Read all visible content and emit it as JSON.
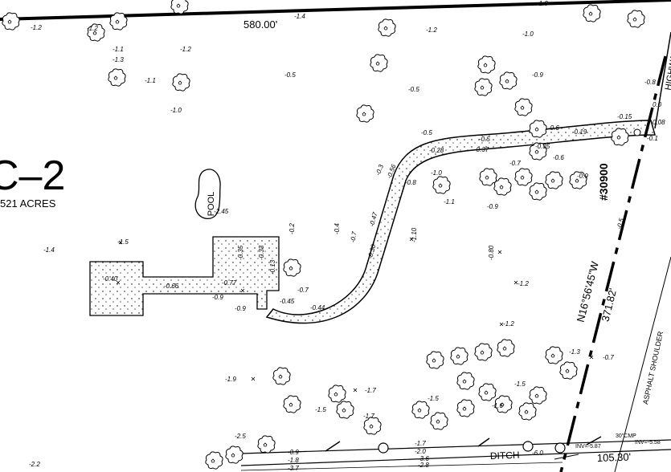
{
  "lot": {
    "label": "C–2",
    "acres": "521 ACRES"
  },
  "pool": {
    "label": "POOL",
    "elev": "-2.45"
  },
  "boundary": {
    "north_distance": "580.00'",
    "east_distance": "371.82'",
    "east_bearing": "N16°56'45\"W",
    "south_distance": "105.30'",
    "parcel_number": "#30900",
    "highway_label": "HIGHWA"
  },
  "road": {
    "shoulder": "ASPHALT SHOULDER",
    "ditch": "DITCH",
    "cmp": "30\"CMP",
    "inv_a": "INV=-5.87",
    "inv_b": "INV=-5.58"
  },
  "spot_elevations": [
    "-1.2",
    "-1.2",
    "-1.4",
    "-1.1",
    "-1.3",
    "-1.2",
    "-1.2",
    "-1.0",
    "-1.1",
    "-1.0",
    "-0.5",
    "-0.5",
    "-0.9",
    "-0.8",
    "-0.5",
    "-0.5",
    "-0.6",
    "-0.19",
    "-0.15",
    "0.08",
    "0.0",
    "-0.1",
    "-0.28",
    "-0.37",
    "-0.35",
    "-0.6",
    "-0.7",
    "-1.0",
    "-0.8",
    "-0.9",
    "-1.1",
    "-0.9",
    "-0.3",
    "-0.5",
    "-0.56",
    "-0.47",
    "-1.10",
    "-0.30",
    "-0.7",
    "-0.4",
    "-0.2",
    "-0.13",
    "-0.33",
    "-0.35",
    "-0.7",
    "-0.45",
    "-0.44",
    "-0.40",
    "-0.66",
    "-0.77",
    "-0.9",
    "-0.9",
    "-1.5",
    "-1.4",
    "-0.80",
    "-1.2",
    "-1.2",
    "-1.3",
    "-0.7",
    "-1.9",
    "-1.7",
    "-1.5",
    "-1.5",
    "-1.7",
    "-1.6",
    "-1.5",
    "-2.5",
    "-0.9",
    "-1.8",
    "-3.7",
    "-1.7",
    "-2.0",
    "-3.6",
    "-2.8",
    "-6.0",
    "-2.2",
    "-1.0"
  ]
}
